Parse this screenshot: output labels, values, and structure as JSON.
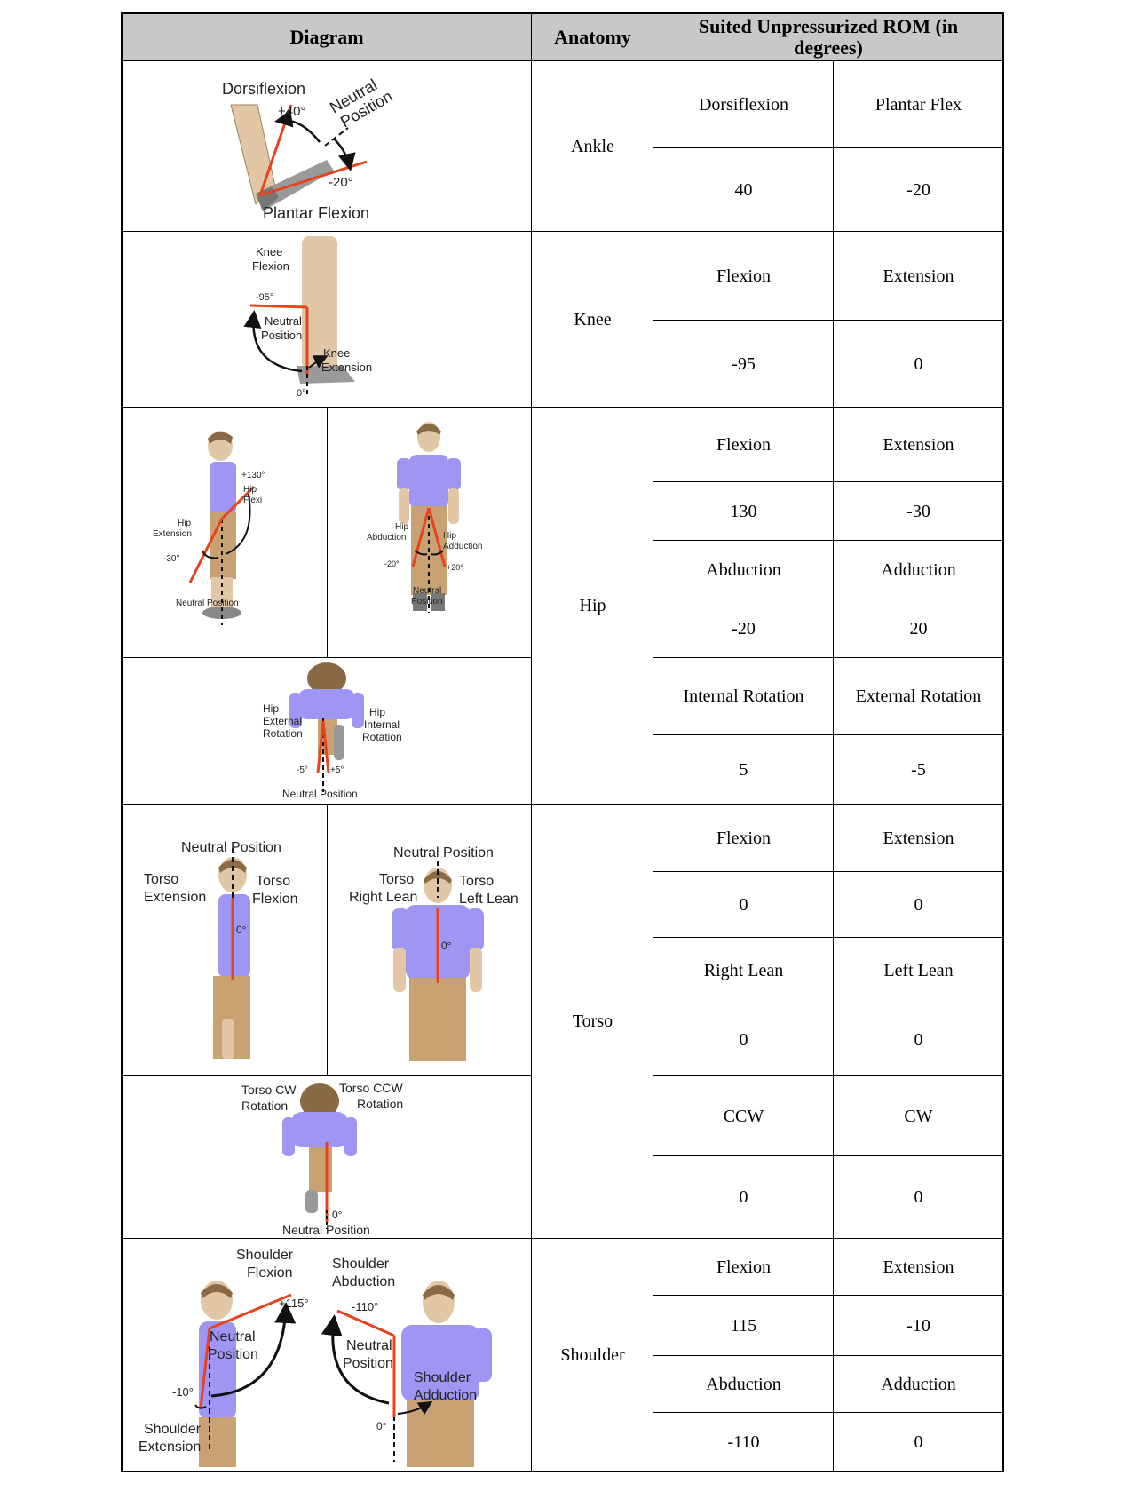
{
  "header": {
    "diagram": "Diagram",
    "anatomy": "Anatomy",
    "rom": "Suited Unpressurized ROM (in degrees)"
  },
  "ankle": {
    "name": "Ankle",
    "cells": [
      [
        "Dorsiflexion",
        "Plantar Flex"
      ],
      [
        "40",
        "-20"
      ]
    ],
    "fig": {
      "dorsiflexion": "Dorsiflexion",
      "plus40": "+40°",
      "neutral1": "Neutral",
      "neutral2": "Position",
      "minus20": "-20°",
      "plantar": "Plantar Flexion"
    }
  },
  "knee": {
    "name": "Knee",
    "cells": [
      [
        "Flexion",
        "Extension"
      ],
      [
        "-95",
        "0"
      ]
    ],
    "fig": {
      "flexion1": "Knee",
      "flexion2": "Flexion",
      "minus95": "-95°",
      "neutral1": "Neutral",
      "neutral2": "Position",
      "ext1": "Knee",
      "ext2": "Extension",
      "zero": "0°"
    }
  },
  "hip": {
    "name": "Hip",
    "cells": [
      [
        "Flexion",
        "Extension"
      ],
      [
        "130",
        "-30"
      ],
      [
        "Abduction",
        "Adduction"
      ],
      [
        "-20",
        "20"
      ],
      [
        "Internal Rotation",
        "External Rotation"
      ],
      [
        "5",
        "-5"
      ]
    ],
    "fig1": {
      "plus130": "+130°",
      "flex1": "Hip",
      "flex2": "Flexi",
      "ext1": "Hip",
      "ext2": "Extension",
      "minus30": "-30°",
      "neutral": "Neutral Position"
    },
    "fig2": {
      "abd1": "Hip",
      "abd2": "Abduction",
      "add1": "Hip",
      "add2": "Adduction",
      "minus20": "-20°",
      "plus20": "+20°",
      "neutral1": "Neutral",
      "neutral2": "Position"
    },
    "fig3": {
      "ext1": "Hip",
      "ext2": "External",
      "ext3": "Rotation",
      "int1": "Hip",
      "int2": "Internal",
      "int3": "Rotation",
      "minus5": "-5°",
      "plus5": "+5°",
      "neutral": "Neutral Position"
    }
  },
  "torso": {
    "name": "Torso",
    "cells": [
      [
        "Flexion",
        "Extension"
      ],
      [
        "0",
        "0"
      ],
      [
        "Right Lean",
        "Left Lean"
      ],
      [
        "0",
        "0"
      ],
      [
        "CCW",
        "CW"
      ],
      [
        "0",
        "0"
      ]
    ],
    "fig1": {
      "neutral": "Neutral Position",
      "ext1": "Torso",
      "ext2": "Extension",
      "flex1": "Torso",
      "flex2": "Flexion",
      "zero": "0°"
    },
    "fig2": {
      "neutral": "Neutral Position",
      "right1": "Torso",
      "right2": "Right Lean",
      "left1": "Torso",
      "left2": "Left Lean",
      "zero": "0°"
    },
    "fig3": {
      "cw1": "Torso CW",
      "cw2": "Rotation",
      "ccw1": "Torso CCW",
      "ccw2": "Rotation",
      "zero": "0°",
      "neutral": "Neutral Position"
    }
  },
  "shoulder": {
    "name": "Shoulder",
    "cells": [
      [
        "Flexion",
        "Extension"
      ],
      [
        "115",
        "-10"
      ],
      [
        "Abduction",
        "Adduction"
      ],
      [
        "-110",
        "0"
      ]
    ],
    "fig": {
      "flex1": "Shoulder",
      "flex2": "Flexion",
      "plus115": "+115°",
      "neutral1": "Neutral",
      "neutral2": "Position",
      "minus10": "-10°",
      "ext1": "Shoulder",
      "ext2": "Extension",
      "abd1": "Shoulder",
      "abd2": "Abduction",
      "minus110": "-110°",
      "neutralb1": "Neutral",
      "neutralb2": "Position",
      "add1": "Shoulder",
      "add2": "Adduction",
      "zero": "0°"
    }
  },
  "colors": {
    "header_bg": "#c8c8c8",
    "shirt": "#9f95f2",
    "skin": "#e2c7a6",
    "pants": "#c9a274",
    "angle_line": "#e8431f"
  }
}
